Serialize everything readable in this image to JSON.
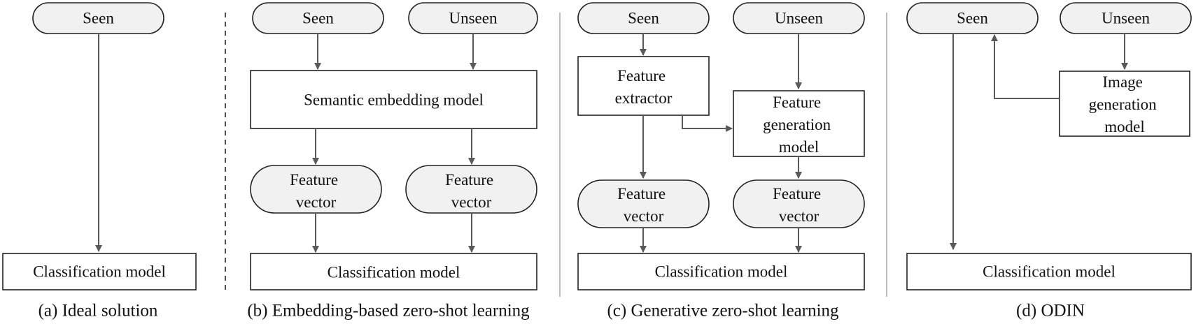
{
  "panels": {
    "a": {
      "caption": "(a) Ideal solution",
      "seen": "Seen",
      "classifier": "Classification model"
    },
    "b": {
      "caption": "(b) Embedding-based zero-shot learning",
      "seen": "Seen",
      "unseen": "Unseen",
      "semantic_model": "Semantic embedding model",
      "feature_vector_left": [
        "Feature",
        "vector"
      ],
      "feature_vector_right": [
        "Feature",
        "vector"
      ],
      "classifier": "Classification model"
    },
    "c": {
      "caption": "(c) Generative zero-shot learning",
      "seen": "Seen",
      "unseen": "Unseen",
      "feature_extractor": [
        "Feature",
        "extractor"
      ],
      "feature_generation": [
        "Feature",
        "generation",
        "model"
      ],
      "feature_vector_left": [
        "Feature",
        "vector"
      ],
      "feature_vector_right": [
        "Feature",
        "vector"
      ],
      "classifier": "Classification model"
    },
    "d": {
      "caption": "(d) ODIN",
      "seen": "Seen",
      "unseen": "Unseen",
      "image_generation": [
        "Image",
        "generation",
        "model"
      ],
      "classifier": "Classification model"
    }
  }
}
